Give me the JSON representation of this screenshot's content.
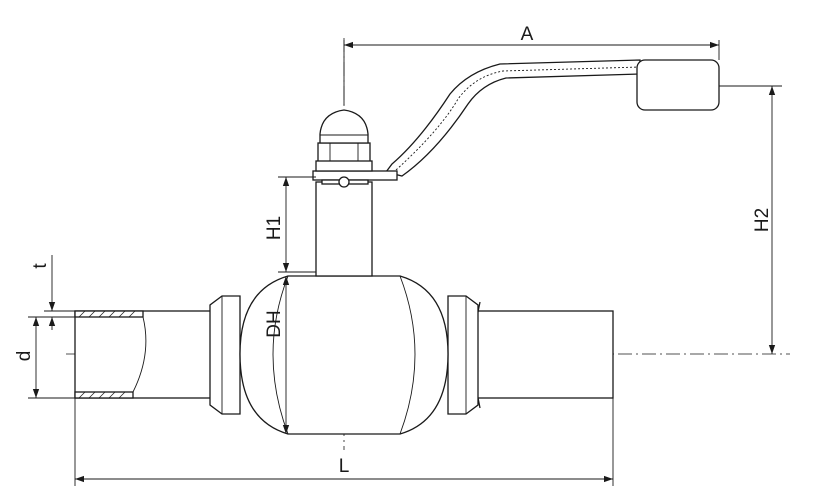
{
  "drawing": {
    "title": "",
    "labels": {
      "A": "A",
      "H1": "H1",
      "H2": "H2",
      "DH": "DH",
      "t": "t",
      "d": "d",
      "L": "L"
    }
  }
}
